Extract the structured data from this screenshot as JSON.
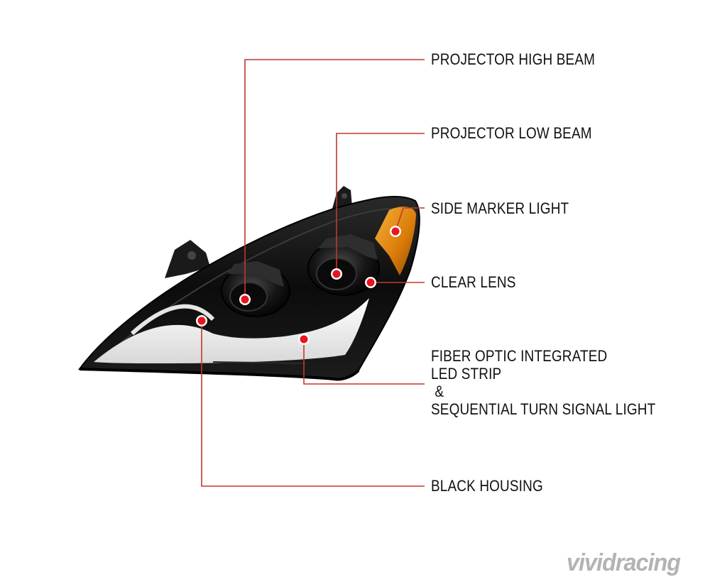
{
  "callouts": [
    {
      "id": "projector-high-beam",
      "label": "PROJECTOR HIGH BEAM"
    },
    {
      "id": "projector-low-beam",
      "label": "PROJECTOR LOW BEAM"
    },
    {
      "id": "side-marker-light",
      "label": "SIDE MARKER LIGHT"
    },
    {
      "id": "clear-lens",
      "label": "CLEAR LENS"
    },
    {
      "id": "fiber-optic-led-strip",
      "lines": [
        "FIBER OPTIC INTEGRATED",
        "LED STRIP",
        " &",
        "SEQUENTIAL TURN SIGNAL LIGHT"
      ]
    },
    {
      "id": "black-housing",
      "label": "BLACK HOUSING"
    }
  ],
  "watermark": "vividracing",
  "colors": {
    "leader_line": "#c0392b",
    "marker_dot": "#e8141e",
    "housing": "#141414",
    "amber": "#e08a10",
    "led_strip": "#f2f2f2"
  }
}
